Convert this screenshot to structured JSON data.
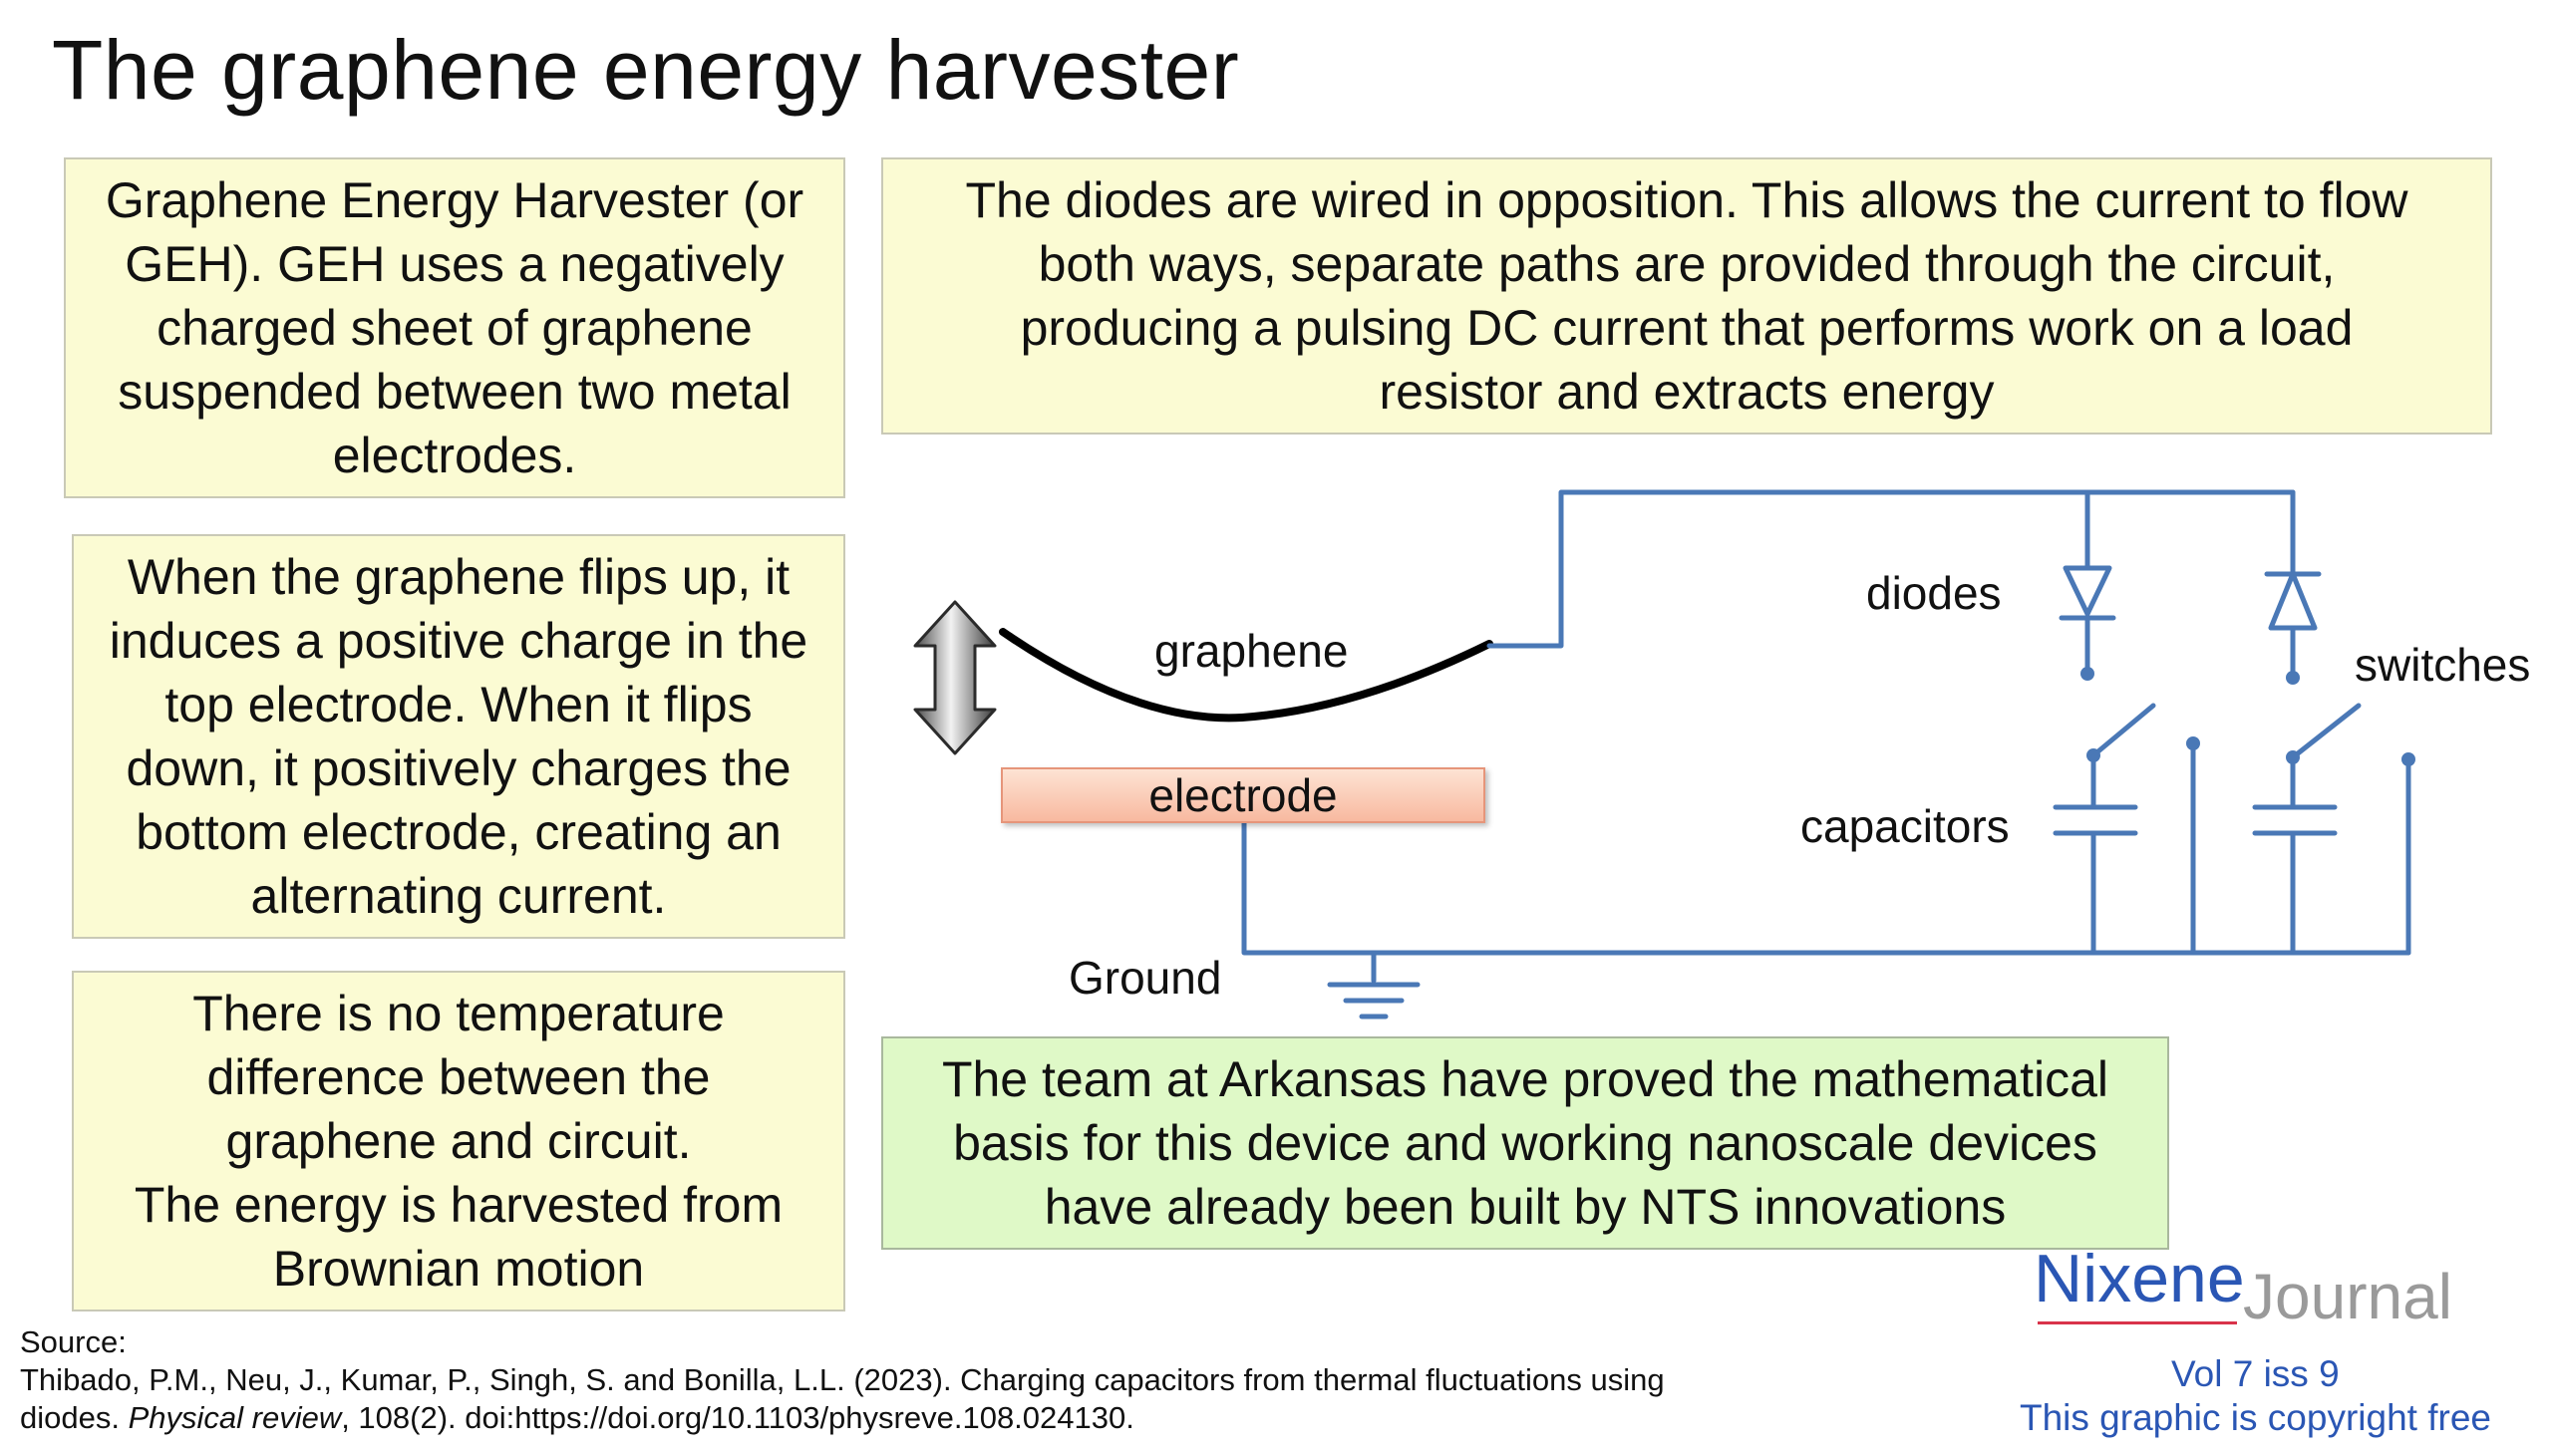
{
  "title": "The graphene energy harvester",
  "boxes": {
    "geh": [
      "Graphene Energy Harvester (or",
      "GEH). GEH uses a negatively",
      "charged sheet of graphene",
      "suspended between two metal",
      "electrodes."
    ],
    "flip": [
      "When the graphene flips up, it",
      "induces a positive charge in the",
      "top electrode. When it flips",
      "down, it positively charges the",
      "bottom electrode, creating an",
      "alternating current."
    ],
    "temperature": [
      "There is no temperature",
      "difference between the",
      "graphene and circuit.",
      "The energy is harvested from",
      "Brownian motion"
    ],
    "diodes": [
      "The diodes are wired in opposition. This allows the current to flow",
      "both ways, separate paths are provided through the circuit,",
      "producing a pulsing DC current that performs work on a load",
      "resistor and extracts energy"
    ],
    "team": [
      "The team at Arkansas have proved the mathematical",
      "basis for this device and working nanoscale devices",
      "have already been built by NTS innovations"
    ]
  },
  "diagram": {
    "graphene": "graphene",
    "electrode": "electrode",
    "ground": "Ground",
    "diodes": "diodes",
    "switches": "switches",
    "capacitors": "capacitors",
    "wire_color": "#4a78b6"
  },
  "source": {
    "heading": "Source:",
    "line1": "Thibado, P.M., Neu, J., Kumar, P., Singh, S. and Bonilla, L.L. (2023). Charging capacitors from thermal fluctuations using",
    "line2_start": "diodes. ",
    "journal": "Physical review",
    "line2_end": ", 108(2). doi:https://doi.org/10.1103/physreve.108.024130."
  },
  "branding": {
    "name": "Nixene",
    "suffix": "Journal",
    "volume": "Vol 7 iss 9",
    "copyright": "This graphic is copyright free"
  }
}
